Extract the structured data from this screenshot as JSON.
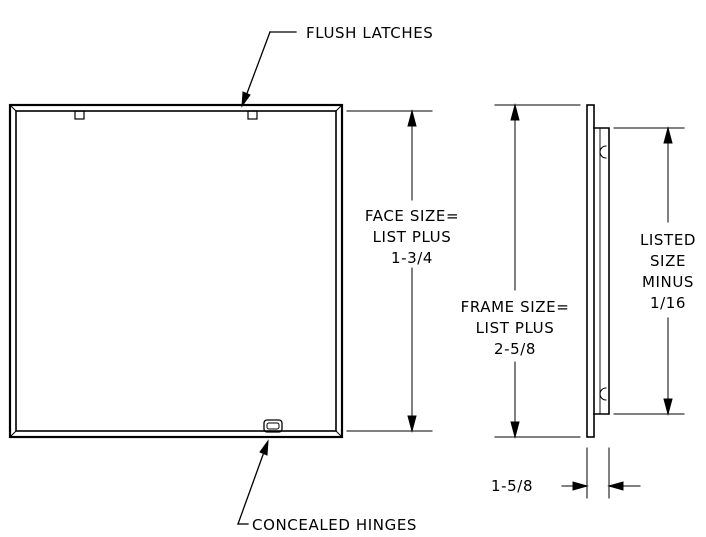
{
  "callouts": {
    "flush_latches": "FLUSH LATCHES",
    "concealed_hinges": "CONCEALED HINGES"
  },
  "dimensions": {
    "face_size": [
      "FACE SIZE=",
      "LIST PLUS",
      "1-3/4"
    ],
    "frame_size": [
      "FRAME SIZE=",
      "LIST PLUS",
      "2-5/8"
    ],
    "listed_size": [
      "LISTED",
      "SIZE",
      "MINUS",
      "1/16"
    ],
    "depth": "1-5/8"
  },
  "colors": {
    "line": "#000000",
    "background": "#ffffff"
  }
}
